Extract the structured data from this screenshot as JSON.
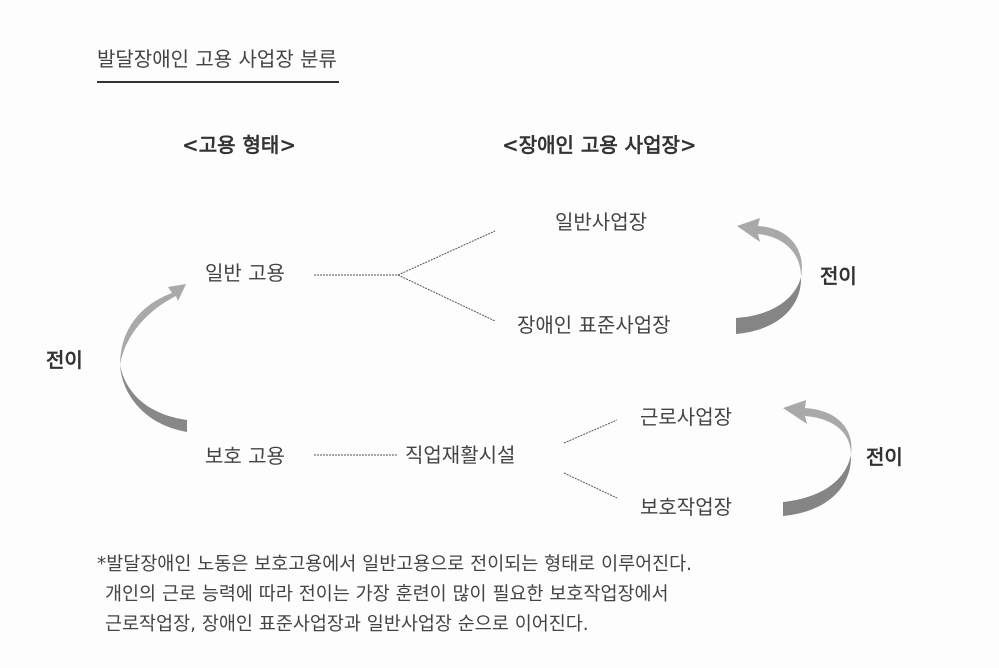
{
  "title": "발달장애인 고용 사업장 분류",
  "headers": {
    "employment_type": "<고용 형태>",
    "workplace": "<장애인 고용 사업장>"
  },
  "employment": {
    "general": "일반 고용",
    "protected": "보호 고용"
  },
  "workplaces": {
    "general": "일반사업장",
    "standard": "장애인 표준사업장",
    "rehab_facility": "직업재활시설",
    "work_center": "근로사업장",
    "sheltered": "보호작업장"
  },
  "transition_label": "전이",
  "colors": {
    "arrow_light": "#aaaaaa",
    "arrow_dark": "#858585",
    "text": "#444444"
  },
  "note": [
    "*발달장애인 노동은 보호고용에서 일반고용으로 전이되는 형태로 이루어진다.",
    "개인의 근로 능력에 따라 전이는 가장 훈련이 많이 필요한 보호작업장에서",
    "근로작업장, 장애인 표준사업장과 일반사업장 순으로 이어진다."
  ]
}
